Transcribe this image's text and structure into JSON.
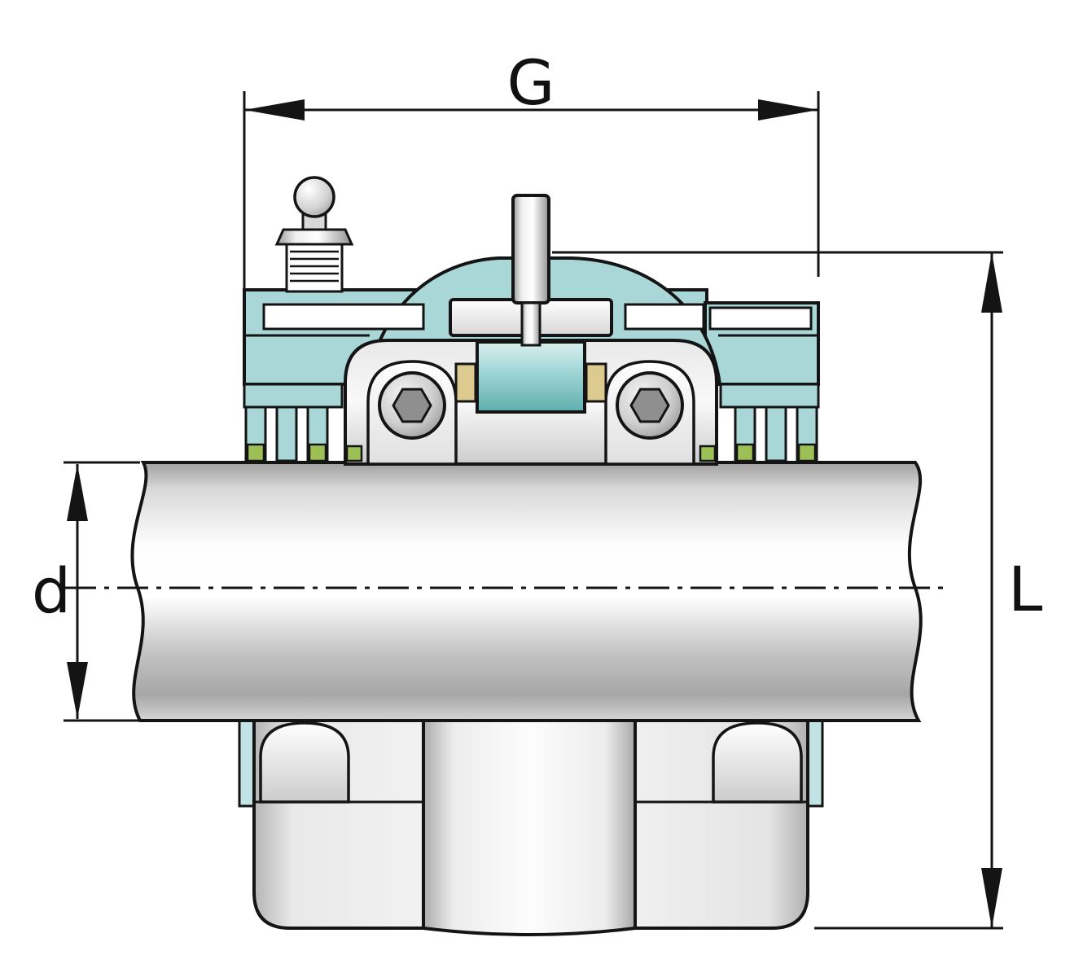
{
  "diagram": {
    "type": "bearing-unit-dimension-drawing",
    "dimension_labels": {
      "width": "G",
      "bore_diameter": "d",
      "total_height": "L"
    },
    "colors": {
      "housing_teal": "#a9d6d6",
      "side_plate_teal": "#c2e3e3",
      "roller_teal_light": "#d9efef",
      "roller_teal_dark": "#5fafaf",
      "seal_green": "#9cbf56",
      "cage_tan": "#ddca8e",
      "outline_ink": "#141414"
    }
  }
}
